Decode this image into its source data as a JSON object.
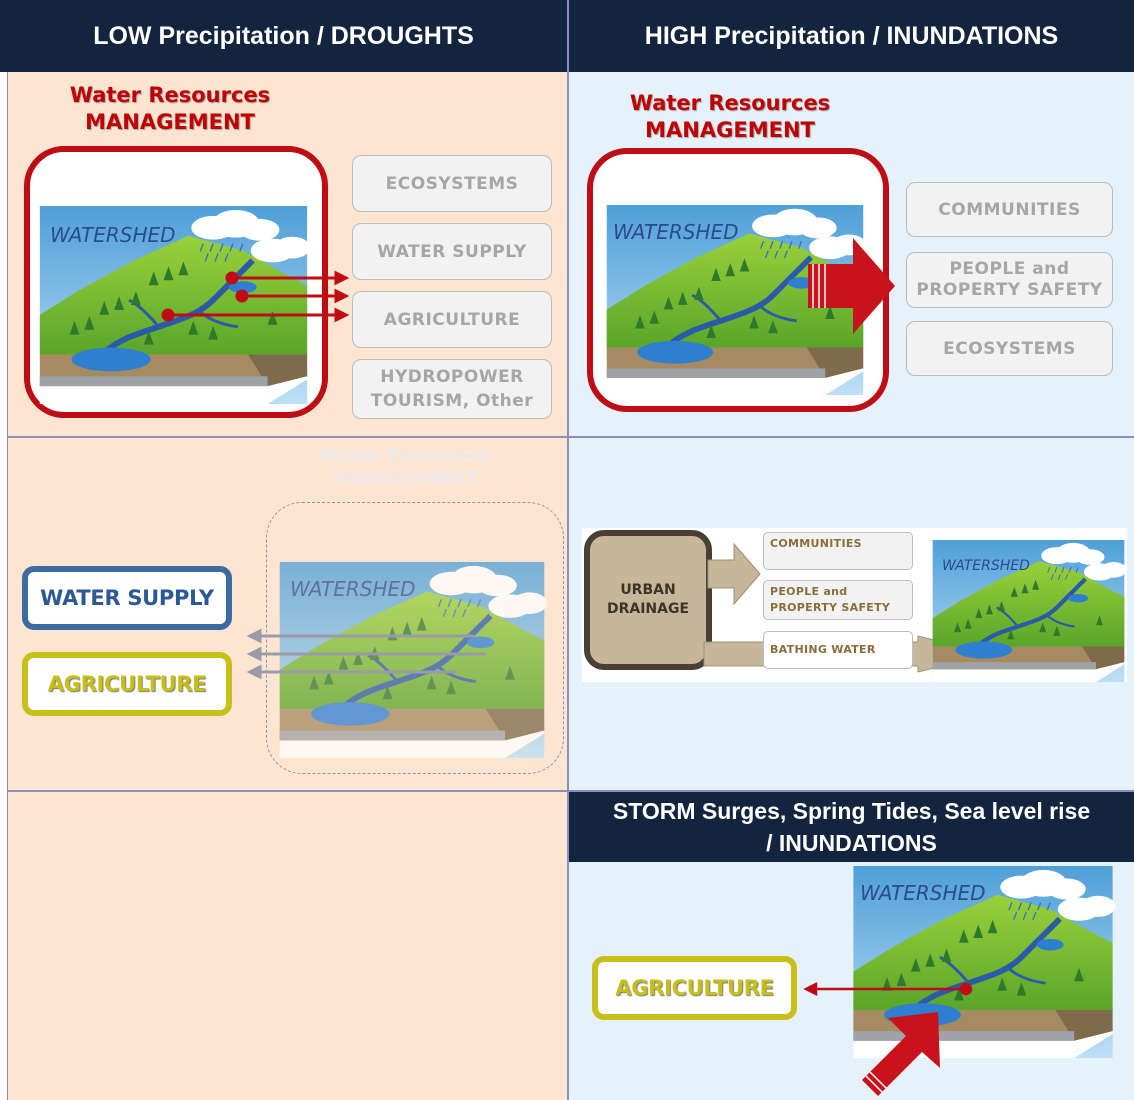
{
  "headers": {
    "low": "LOW Precipitation / DROUGHTS",
    "high": "HIGH Precipitation / INUNDATIONS",
    "storm_line1": "STORM Surges, Spring Tides, Sea level rise",
    "storm_line2": "/ INUNDATIONS"
  },
  "wrm": {
    "line1": "Water Resources",
    "line2": "MANAGEMENT"
  },
  "watershed_label": "WATERSHED",
  "low_boxes": [
    "ECOSYSTEMS",
    "WATER SUPPLY",
    "AGRICULTURE",
    "HYDROPOWER",
    "TOURISM,  Other"
  ],
  "high_boxes": [
    "COMMUNITIES",
    "PEOPLE and",
    "PROPERTY SAFETY",
    "ECOSYSTEMS"
  ],
  "low_pills": {
    "water_supply": "WATER SUPPLY",
    "agriculture": "AGRICULTURE"
  },
  "urban": {
    "line1": "URBAN",
    "line2": "DRAINAGE",
    "communities": "COMMUNITIES",
    "people1": "PEOPLE and",
    "people2": "PROPERTY SAFETY",
    "bathing": "BATHING WATER"
  },
  "storm_pill": "AGRICULTURE",
  "colors": {
    "header_bg": "#13243e",
    "peach": "#fde5d1",
    "light_blue": "#e5f2fc",
    "red": "#bf0d16",
    "olive": "#c7c01a",
    "blue_frame": "#3e6aa2"
  }
}
